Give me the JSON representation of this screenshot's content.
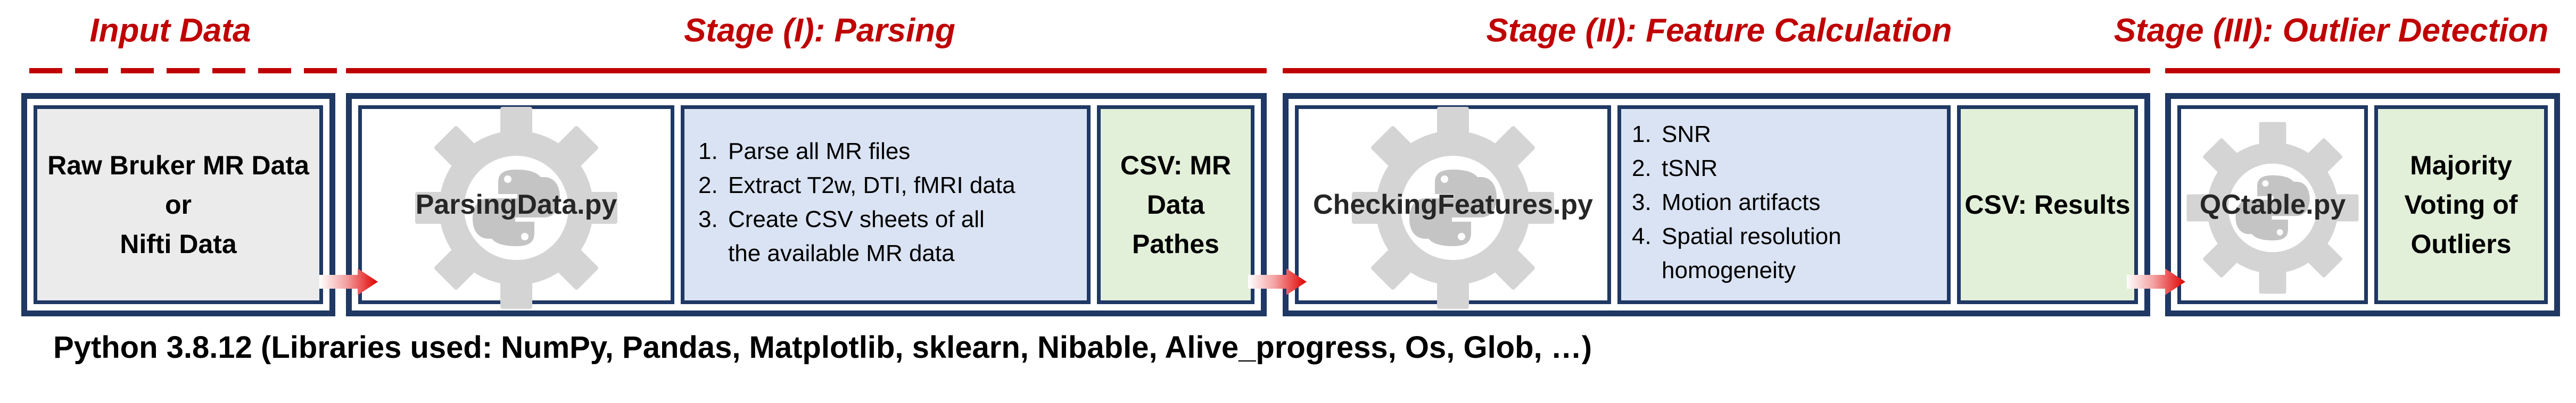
{
  "stages": {
    "input": "Input Data",
    "parsing": "Stage (I): Parsing",
    "features": "Stage (II): Feature Calculation",
    "outliers": "Stage (III): Outlier Detection"
  },
  "input_box": {
    "line1": "Raw Bruker MR Data",
    "line2": "or",
    "line3": "Nifti Data"
  },
  "parsing": {
    "script": "ParsingData.py",
    "steps": [
      {
        "num": "1.",
        "text": "Parse all MR files"
      },
      {
        "num": "2.",
        "text": "Extract T2w, DTI, fMRI data"
      },
      {
        "num": "3.",
        "text": "Create CSV sheets of all"
      }
    ],
    "step3_cont": "the available MR data",
    "output_line1": "CSV: MR",
    "output_line2": "Data Pathes"
  },
  "features": {
    "script": "CheckingFeatures.py",
    "steps": [
      {
        "num": "1.",
        "text": "SNR"
      },
      {
        "num": "2.",
        "text": "tSNR"
      },
      {
        "num": "3.",
        "text": "Motion artifacts"
      },
      {
        "num": "4.",
        "text": "Spatial resolution"
      }
    ],
    "step4_cont": "homogeneity",
    "output": "CSV: Results"
  },
  "outliers": {
    "script": "QCtable.py",
    "output_line1": "Majority",
    "output_line2": "Voting of",
    "output_line3": "Outliers"
  },
  "footer": "Python 3.8.12 (Libraries used: NumPy, Pandas, Matplotlib, sklearn, Nibable, Alive_progress, Os, Glob, …)",
  "colors": {
    "stage_red": "#c00000",
    "box_navy": "#1f3864",
    "gray_fill": "#ebebeb",
    "blue_fill": "#dae3f3",
    "green_fill": "#e2f0d9"
  },
  "icons": [
    "gear-python-icon",
    "arrow-right-icon"
  ]
}
